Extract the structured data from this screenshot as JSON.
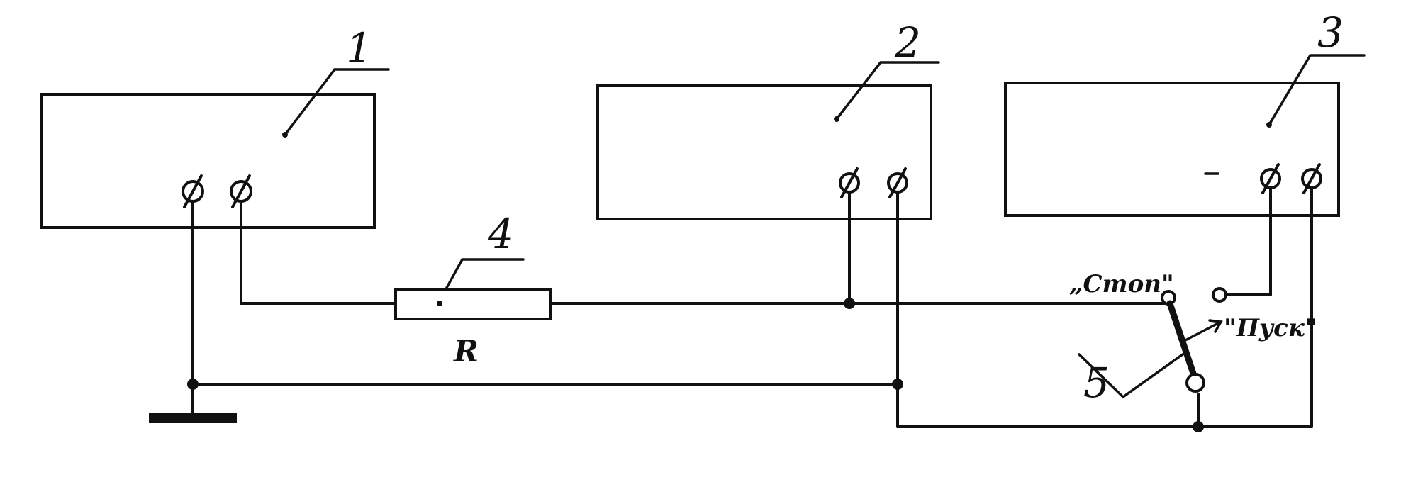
{
  "diagram": {
    "labels": {
      "block_1": "1",
      "block_2": "2",
      "block_3": "3",
      "resistor_number": "4",
      "switch_number": "5",
      "resistor_symbol": "R",
      "stop_position": "„Стоп\"",
      "start_position": "\"Пуск\""
    }
  }
}
